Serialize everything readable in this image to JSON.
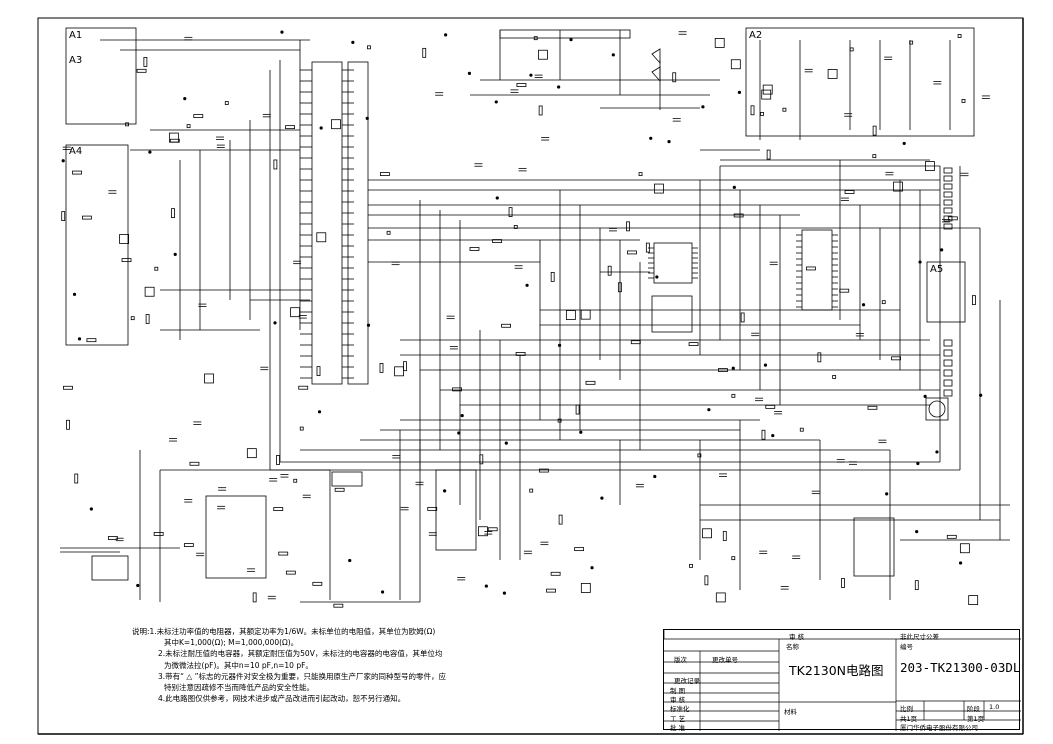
{
  "zones": [
    "A1",
    "A3",
    "A4",
    "A2",
    "A5"
  ],
  "notes": [
    "说明:1.未标注功率值的电阻器，其额定功率为1/6W。未标单位的电阻值，其单位为欧姆(Ω)",
    "其中K=1,000(Ω); M=1,000,000(Ω)。",
    "2.未标注耐压值的电容器，其额定耐压值为50V，未标注的电容器的电容值，其单位均",
    "为微微法拉(pF)。其中n=10 pF,n=10 pF。",
    "3.带有“ △ ”标志的元器件对安全极为重要，只能换用原生产厂家的同种型号的零件，应",
    "特别注意因疏修不当而降低产品的安全性能。",
    "4.此电路图仅供参考，网技术进步或产品改进而引起改动，恕不另行通知。"
  ],
  "title_block": {
    "header_left": "审 核",
    "header_mid": "非此尺寸公差",
    "name_label": "名称",
    "code_label": "编号",
    "title": "TK2130N电路图",
    "code": "203-TK21300-03DL",
    "version_label": "版次",
    "change_label": "更改单号",
    "change_record": "更改记录",
    "rows": [
      "制 图",
      "审 核",
      "标准化",
      "工 艺",
      "批 准"
    ],
    "material_label": "材料",
    "scale_label": "比例",
    "stage_label": "阶段",
    "scale_value": "1.0",
    "sheets_total": "共1页",
    "sheet_no": "第1页",
    "company": "厦门华侨电子股份有限公司"
  }
}
